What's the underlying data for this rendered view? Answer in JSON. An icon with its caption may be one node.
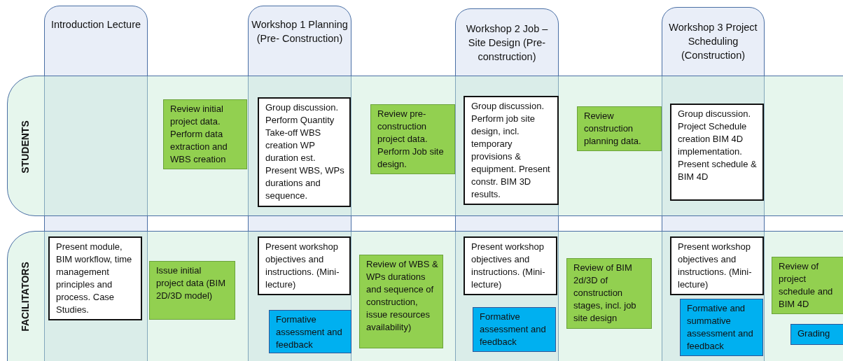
{
  "diagram": {
    "nodes": [
      {
        "text": [
          "Introduction Lecture"
        ]
      },
      {
        "text": [
          "Workshop 1 Planning (Pre- Construction)"
        ]
      },
      {
        "text": [
          "Workshop 2 Job – Site Design (Pre-construction)"
        ]
      },
      {
        "text": [
          "Workshop 3 Project Scheduling (Construction)"
        ]
      },
      {
        "text": [
          "STUDENTS"
        ]
      },
      {
        "text": [
          "FACILITATORS"
        ]
      },
      {
        "text": [
          "Review initial project data. Perform data extraction and WBS creation"
        ],
        "in": 4
      },
      {
        "text": [
          "Group discussion. Perform Quantity Take-off WBS creation WP duration est. Present  WBS, WPs durations and sequence."
        ]
      },
      {
        "text": [
          "Review pre-construction project data. Perform Job site design."
        ],
        "in": 4
      },
      {
        "text": [
          "Group discussion. Perform job site design, incl. temporary provisions & equipment. Present constr. BIM 3D results."
        ]
      },
      {
        "text": [
          "Review construction planning data."
        ],
        "in": 4
      },
      {
        "text": [
          "Group discussion. Project Schedule creation BIM 4D implementation. Present schedule & BIM 4D"
        ]
      },
      {
        "text": [
          "Present module, BIM workflow, time management principles and process. Case Studies."
        ]
      },
      {
        "text": [
          "Issue initial project data (BIM 2D/3D model)"
        ],
        "in": 5
      },
      {
        "text": [
          "Present workshop objectives and instructions. (Mini-lecture)"
        ]
      },
      {
        "text": [
          "Formative assessment and feedback"
        ]
      },
      {
        "text": [
          "Review of WBS & WPs durations and sequence of construction, issue resources availability)"
        ],
        "in": 5
      },
      {
        "text": [
          "Present workshop objectives and instructions. (Mini-lecture)"
        ]
      },
      {
        "text": [
          "Formative assessment and feedback"
        ]
      },
      {
        "text": [
          "Review of BIM 2d/3D of construction stages, incl. job site design"
        ],
        "in": 5
      },
      {
        "text": [
          "Present workshop objectives and instructions. (Mini-lecture)"
        ]
      },
      {
        "text": [
          "Formative and summative assessment and feedback"
        ]
      },
      {
        "text": [
          "Review of project schedule and BIM 4D"
        ],
        "in": 5
      },
      {
        "text": [
          "Grading"
        ],
        "in": 5
      }
    ]
  }
}
